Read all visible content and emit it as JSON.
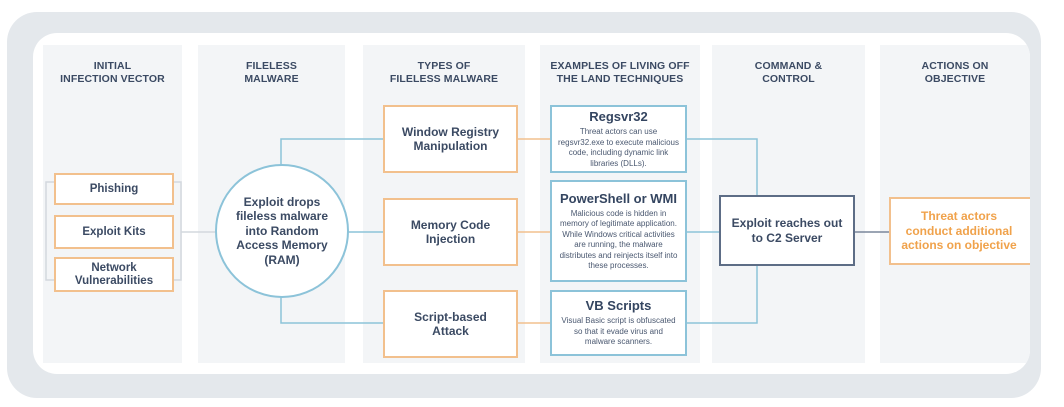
{
  "title": "Fileless Malware Attack Chain",
  "columns": [
    {
      "title": "INITIAL\nINFECTION VECTOR"
    },
    {
      "title": "FILELESS\nMALWARE"
    },
    {
      "title": "TYPES OF\nFILELESS MALWARE"
    },
    {
      "title": "EXAMPLES OF LIVING OFF\nTHE LAND TECHNIQUES"
    },
    {
      "title": "COMMAND &\nCONTROL"
    },
    {
      "title": "ACTIONS ON\nOBJECTIVE"
    }
  ],
  "infection_vectors": [
    {
      "label": "Phishing"
    },
    {
      "label": "Exploit Kits"
    },
    {
      "label": "Network Vulnerabilities"
    }
  ],
  "fileless_malware": {
    "label": "Exploit drops fileless malware into Random Access Memory (RAM)"
  },
  "malware_types": [
    {
      "label": "Window Registry Manipulation"
    },
    {
      "label": "Memory Code Injection"
    },
    {
      "label": "Script-based Attack"
    }
  ],
  "techniques": [
    {
      "title": "Regsvr32",
      "description": "Threat actors can use regsvr32.exe to execute malicious code, including dynamic link libraries (DLLs)."
    },
    {
      "title": "PowerShell or WMI",
      "description": "Malicious code is hidden in memory of legitimate application. While Windows critical activities are running, the malware distributes and reinjects itself into these processes."
    },
    {
      "title": "VB Scripts",
      "description": "Visual Basic script is obfuscated so that it evade virus and malware scanners."
    }
  ],
  "command_control": {
    "label": "Exploit reaches out to C2 Server"
  },
  "objective": {
    "label": "Threat actors conduct additional actions on objective"
  },
  "colors": {
    "orange_border": "#f2c08d",
    "blue_border": "#8cc3d9",
    "navy_border": "#5d6d86",
    "text": "#3b4a63",
    "objective_text": "#f0a24b",
    "column_bg": "#f3f5f7",
    "frame_bg": "#e4e8ec"
  }
}
